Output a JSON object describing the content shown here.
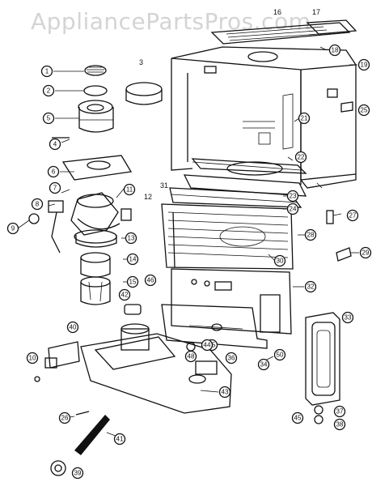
{
  "watermark": "AppliancePartsPros.com",
  "callouts_circled": [
    "1",
    "2",
    "5",
    "4",
    "6",
    "7",
    "8",
    "9",
    "10",
    "11",
    "13",
    "14",
    "15",
    "21",
    "22",
    "23",
    "24",
    "25",
    "26",
    "27",
    "28",
    "29",
    "30",
    "32",
    "33",
    "34",
    "35",
    "36",
    "37",
    "38",
    "39",
    "40",
    "41",
    "42",
    "43",
    "44",
    "45",
    "46",
    "48",
    "50",
    "19",
    "18"
  ],
  "callouts_plain": [
    "3",
    "12",
    "16",
    "17",
    "31"
  ],
  "colors": {
    "line": "#111111",
    "watermark": "#d4d4d4",
    "background": "#ffffff"
  }
}
